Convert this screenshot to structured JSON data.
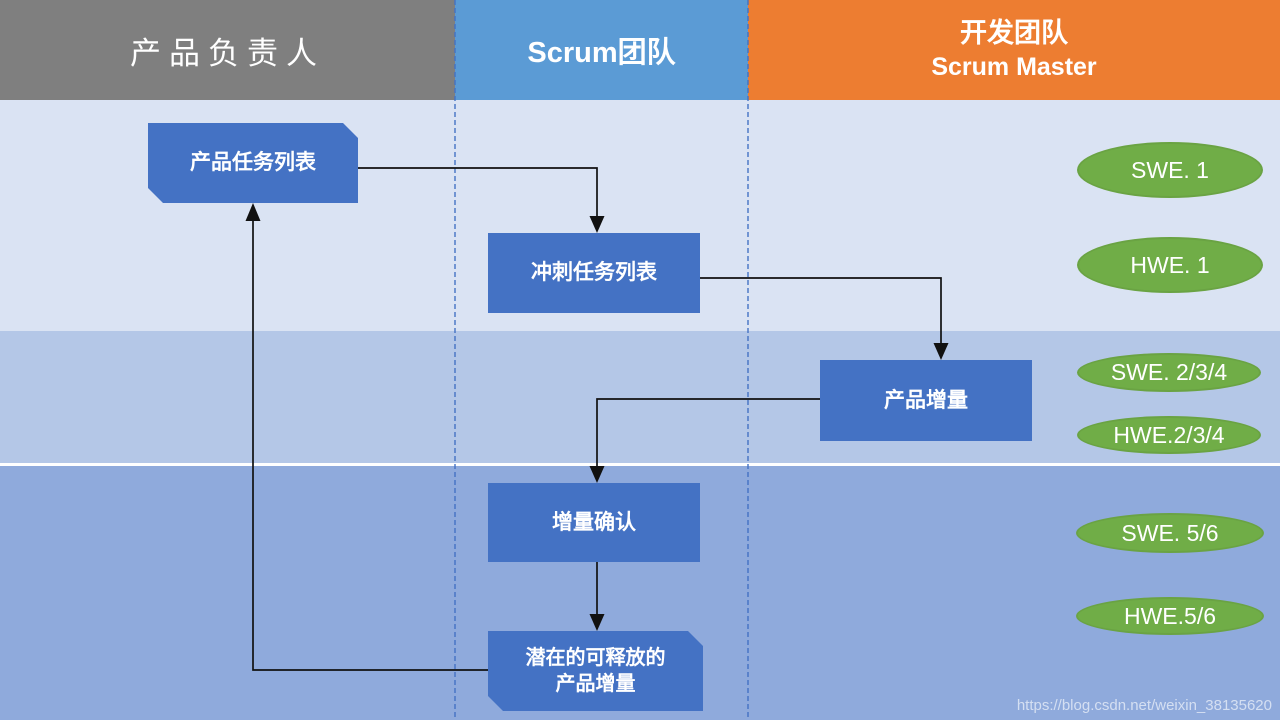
{
  "lanes": {
    "product_owner": "产品负责人",
    "scrum_team": "Scrum团队",
    "dev_team_line1": "开发团队",
    "dev_team_line2": "Scrum Master"
  },
  "boxes": {
    "product_backlog": "产品任务列表",
    "sprint_backlog": "冲刺任务列表",
    "product_increment": "产品增量",
    "increment_confirm": "增量确认",
    "releasable_line1": "潜在的可释放的",
    "releasable_line2": "产品增量"
  },
  "teams": {
    "swe1": "SWE. 1",
    "hwe1": "HWE. 1",
    "swe234": "SWE. 2/3/4",
    "hwe234": "HWE.2/3/4",
    "swe56": "SWE. 5/6",
    "hwe56": "HWE.5/6"
  },
  "watermark": "https://blog.csdn.net/weixin_38135620",
  "colors": {
    "lane_product_owner": "#7F7F7F",
    "lane_scrum_team": "#5B9BD5",
    "lane_dev_team": "#ED7D31",
    "flow_box": "#4472C4",
    "team_ellipse": "#70AD47",
    "band_top": "#DAE3F3",
    "band_middle": "#B4C7E7",
    "band_bottom": "#8FAADC",
    "band_separator": "#FFFFFF",
    "lane_divider": "#4472C4",
    "connector": "#000000"
  }
}
